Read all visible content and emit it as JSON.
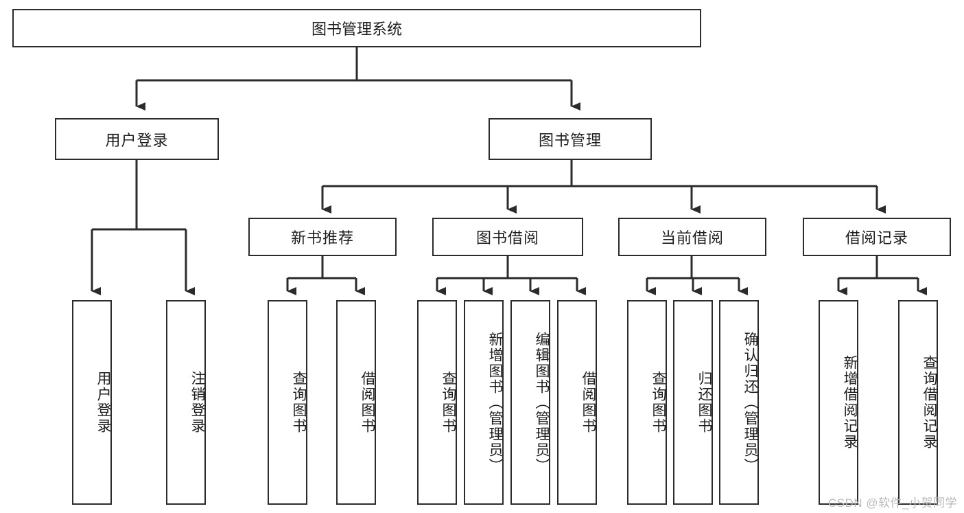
{
  "diagram": {
    "type": "tree",
    "title": "图书管理系统",
    "root": {
      "label": "图书管理系统"
    },
    "level2": [
      {
        "id": "user-login",
        "label": "用户登录"
      },
      {
        "id": "book-manage",
        "label": "图书管理"
      }
    ],
    "level3": [
      {
        "id": "new-book-recommend",
        "label": "新书推荐",
        "parent": "book-manage"
      },
      {
        "id": "book-borrow",
        "label": "图书借阅",
        "parent": "book-manage"
      },
      {
        "id": "current-borrow",
        "label": "当前借阅",
        "parent": "book-manage"
      },
      {
        "id": "borrow-record",
        "label": "借阅记录",
        "parent": "book-manage"
      }
    ],
    "leaves": {
      "user-login": [
        {
          "id": "leaf-user-login",
          "label": "用户登录"
        },
        {
          "id": "leaf-logout-login",
          "label": "注销登录"
        }
      ],
      "new-book-recommend": [
        {
          "id": "leaf-query-book-1",
          "label": "查询图书"
        },
        {
          "id": "leaf-borrow-book-1",
          "label": "借阅图书"
        }
      ],
      "book-borrow": [
        {
          "id": "leaf-query-book-2",
          "label": "查询图书"
        },
        {
          "id": "leaf-add-book",
          "label": "新增图书（管理员）"
        },
        {
          "id": "leaf-edit-book",
          "label": "编辑图书（管理员）"
        },
        {
          "id": "leaf-borrow-book-2",
          "label": "借阅图书"
        }
      ],
      "current-borrow": [
        {
          "id": "leaf-query-book-3",
          "label": "查询图书"
        },
        {
          "id": "leaf-return-book",
          "label": "归还图书"
        },
        {
          "id": "leaf-confirm-return",
          "label": "确认归还（管理员）"
        }
      ],
      "borrow-record": [
        {
          "id": "leaf-add-record",
          "label": "新增借阅记录"
        },
        {
          "id": "leaf-query-record",
          "label": "查询借阅记录"
        }
      ]
    },
    "colors": {
      "box_border": "#2b2b2b",
      "box_fill": "#ffffff",
      "connector": "#2b2b2b",
      "text": "#1d1d1d",
      "watermark": "#b9b9b9"
    }
  },
  "watermark": {
    "text": "CSDN @软件_小贺同学"
  }
}
